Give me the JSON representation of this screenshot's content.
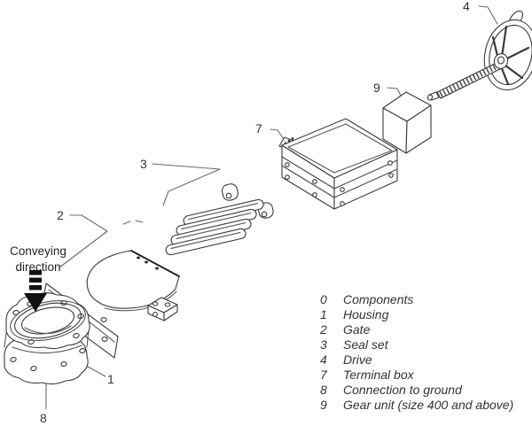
{
  "diagram": {
    "conveying_line1": "Conveying",
    "conveying_line2": "direction",
    "callouts": {
      "housing": "1",
      "gate": "2",
      "seal_set": "3",
      "drive": "4",
      "terminal_box": "7",
      "ground": "8",
      "gear_unit": "9"
    }
  },
  "legend": {
    "items": [
      {
        "key": "0",
        "label": "Components"
      },
      {
        "key": "1",
        "label": "Housing"
      },
      {
        "key": "2",
        "label": "Gate"
      },
      {
        "key": "3",
        "label": "Seal set"
      },
      {
        "key": "4",
        "label": "Drive"
      },
      {
        "key": "7",
        "label": "Terminal box"
      },
      {
        "key": "8",
        "label": "Connection to ground"
      },
      {
        "key": "9",
        "label": "Gear unit (size 400 and above)"
      }
    ]
  },
  "colors": {
    "line": "#3a3a3a",
    "text": "#333333",
    "arrow": "#111111",
    "background": "#ffffff"
  }
}
